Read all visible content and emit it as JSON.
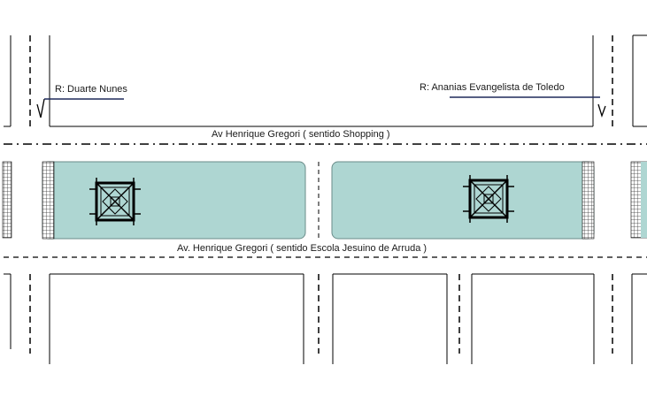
{
  "streets": {
    "duarte_nunes": "R: Duarte Nunes",
    "ananias": "R: Ananias Evangelista de Toledo",
    "henrique_shopping": "Av Henrique Gregori ( sentido Shopping )",
    "henrique_escola": "Av. Henrique Gregori ( sentido Escola Jesuino de Arruda )"
  },
  "colors": {
    "median_fill": "#aed6d2",
    "line": "#000000",
    "street_name_line": "#1f2a5a"
  },
  "icons": {
    "bench_left": "square-bench-icon",
    "bench_right": "square-bench-icon",
    "arrow_left": "direction-arrow-icon",
    "arrow_right": "direction-arrow-icon"
  }
}
